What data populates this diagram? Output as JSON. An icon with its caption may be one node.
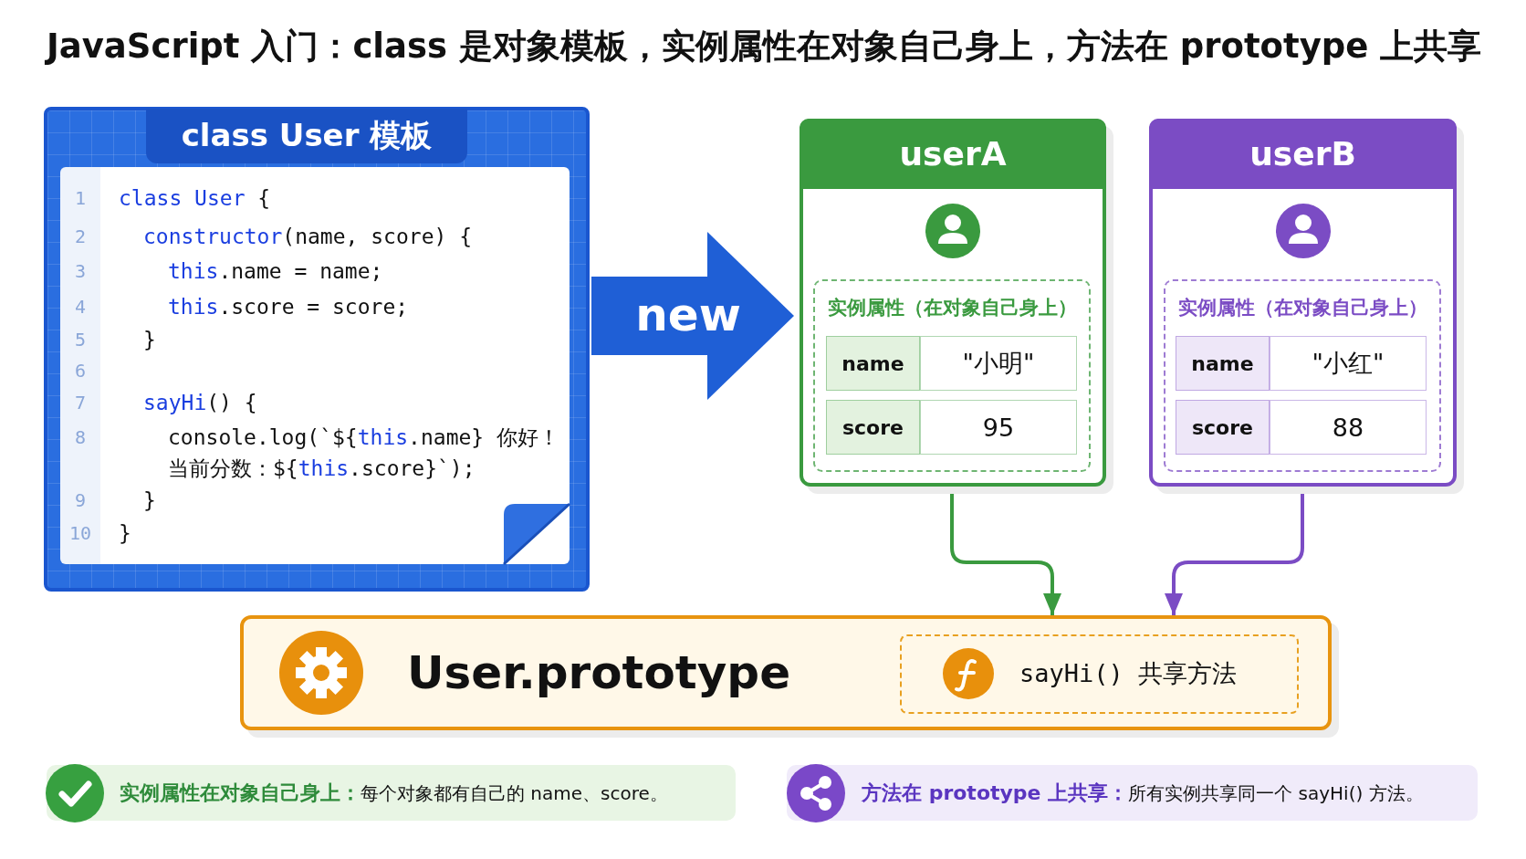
{
  "diagram": {
    "title": "JavaScript 入门：class 是对象模板，实例属性在对象自己身上，方法在 prototype 上共享",
    "nodes": [
      {
        "text": [
          "class User 模板",
          "class User {",
          "constructor(name, score) {",
          "this.name = name;",
          "this.score = score;",
          "}",
          "sayHi() {",
          "console.log(`${this.name} 你好！当前分数：${this.score}`);",
          "}",
          "}"
        ]
      },
      {
        "text": [
          "userA"
        ]
      },
      {
        "text": [
          "实例属性（在对象自己身上）"
        ],
        "in": 1
      },
      {
        "text": [
          "name"
        ],
        "in": 2
      },
      {
        "text": [
          "\"小明\""
        ],
        "in": 2
      },
      {
        "text": [
          "score"
        ],
        "in": 2
      },
      {
        "text": [
          "95"
        ],
        "in": 2
      },
      {
        "text": [
          "userB"
        ]
      },
      {
        "text": [
          "实例属性（在对象自己身上）"
        ],
        "in": 7
      },
      {
        "text": [
          "name"
        ],
        "in": 8
      },
      {
        "text": [
          "\"小红\""
        ],
        "in": 8
      },
      {
        "text": [
          "score"
        ],
        "in": 8
      },
      {
        "text": [
          "88"
        ],
        "in": 8
      },
      {
        "text": [
          "User.prototype"
        ]
      },
      {
        "text": [
          "sayHi() 共享方法"
        ],
        "in": 13
      },
      {
        "text": [
          "**实例属性在对象自己身上：**每个对象都有自己的 name、score。"
        ]
      },
      {
        "text": [
          "**方法在 prototype 上共享：**所有实例共享同一个 sayHi() 方法。"
        ]
      }
    ],
    "edges": [
      {
        "from": 0,
        "to": 1,
        "arrow": "to",
        "label": "new",
        "style": "thick",
        "color": "#1f5fd6"
      },
      {
        "from": 1,
        "to": 13,
        "arrow": "to",
        "color": "#3a9a3f"
      },
      {
        "from": 7,
        "to": 13,
        "arrow": "to",
        "color": "#7b4cc4"
      }
    ],
    "labels": [
      "1",
      "2",
      "3",
      "4",
      "5",
      "6",
      "7",
      "8",
      "9",
      "10"
    ]
  }
}
